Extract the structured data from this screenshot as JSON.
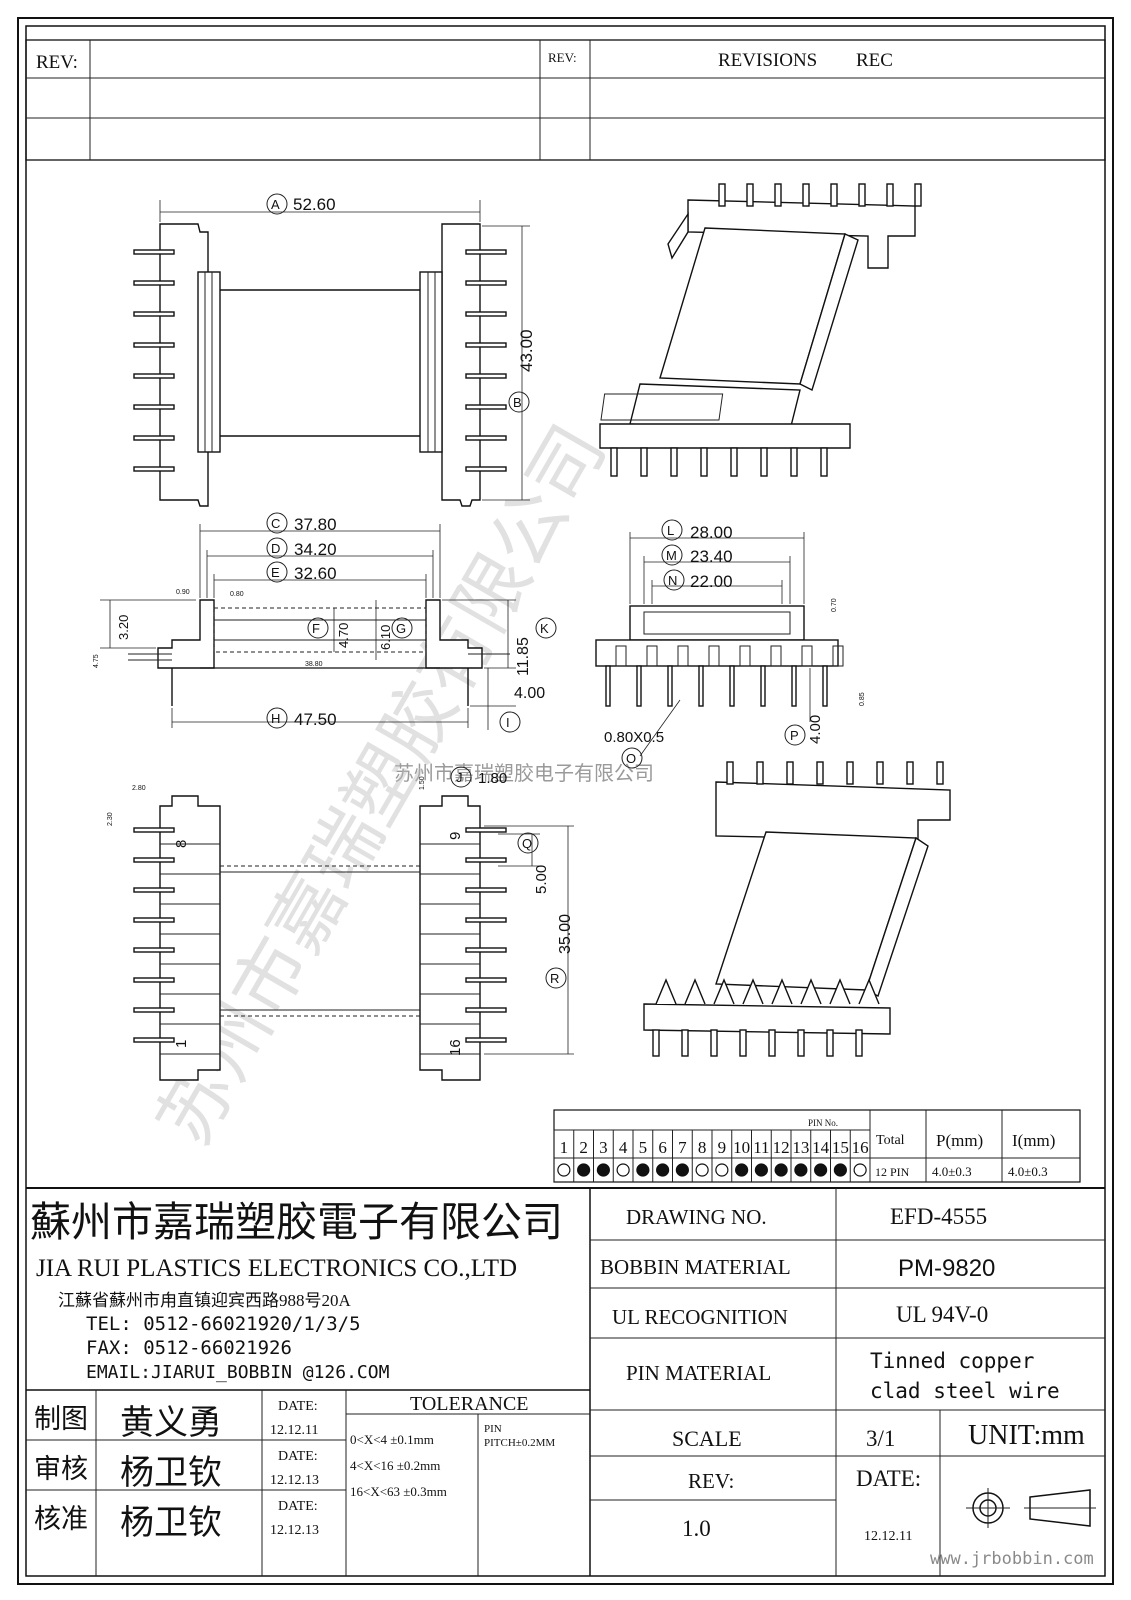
{
  "rev_block": {
    "rev_label_left": "REV:",
    "rev_label_right": "REV:",
    "revisions_title": "REVISIONS",
    "rec_title": "REC"
  },
  "dimensions": {
    "A": "52.60",
    "B": "43.00",
    "C": "37.80",
    "D": "34.20",
    "E": "32.60",
    "F": "4.70",
    "G": "6.10",
    "H": "47.50",
    "I": "4.00",
    "J": "1.80",
    "K": "11.85",
    "L": "28.00",
    "M": "23.40",
    "N": "22.00",
    "O": "0.80X0.5",
    "P": "4.00",
    "Q": "5.00",
    "R": "35.00",
    "small": {
      "d090": "0.90",
      "d080": "0.80",
      "d320": "3.20",
      "d475": "4.75",
      "d3880": "38.80",
      "d070": "0.70",
      "d085": "0.85",
      "d280": "2.80",
      "d230": "2.30",
      "d150": "1.50"
    }
  },
  "pin_labels": {
    "p8": "8",
    "p1": "1",
    "p9": "9",
    "p16": "16"
  },
  "center_watermark": "苏州市嘉瑞塑胶电子有限公司",
  "side_watermark": "苏州市嘉瑞塑胶有限公司",
  "pin_table": {
    "header": "PIN No.",
    "numbers": [
      "1",
      "2",
      "3",
      "4",
      "5",
      "6",
      "7",
      "8",
      "9",
      "10",
      "11",
      "12",
      "13",
      "14",
      "15",
      "16"
    ],
    "states": [
      "open",
      "filled",
      "filled",
      "open",
      "filled",
      "filled",
      "filled",
      "open",
      "open",
      "filled",
      "filled",
      "filled",
      "filled",
      "filled",
      "filled",
      "open"
    ],
    "total_label": "Total",
    "total_value": "12 PIN",
    "p_label": "P(mm)",
    "p_value": "4.0±0.3",
    "i_label": "I(mm)",
    "i_value": "4.0±0.3"
  },
  "company": {
    "name_cn": "蘇州市嘉瑞塑胶電子有限公司",
    "name_en": "JIA RUI PLASTICS ELECTRONICS CO.,LTD",
    "address": "江蘇省蘇州市甪直镇迎宾西路988号20A",
    "tel": "TEL: 0512-66021920/1/3/5",
    "fax": "FAX: 0512-66021926",
    "email": "EMAIL:JIARUI_BOBBIN @126.COM"
  },
  "signoff": [
    {
      "role": "制图",
      "name": "黄义勇",
      "date_label": "DATE:",
      "date": "12.12.11"
    },
    {
      "role": "审核",
      "name": "杨卫钦",
      "date_label": "DATE:",
      "date": "12.12.13"
    },
    {
      "role": "核准",
      "name": "杨卫钦",
      "date_label": "DATE:",
      "date": "12.12.13"
    }
  ],
  "tolerance": {
    "title": "TOLERANCE",
    "rows": [
      "0<X<4  ±0.1mm",
      "4<X<16 ±0.2mm",
      "16<X<63 ±0.3mm"
    ],
    "pin_label": "PIN",
    "pin_pitch": "PITCH±0.2MM"
  },
  "spec": {
    "drawing_no_label": "DRAWING  NO.",
    "drawing_no": "EFD-4555",
    "bobbin_material_label": "BOBBIN  MATERIAL",
    "bobbin_material": "PM-9820",
    "ul_label": "UL RECOGNITION",
    "ul_value": "UL 94V-0",
    "pin_material_label": "PIN MATERIAL",
    "pin_material_1": "Tinned copper",
    "pin_material_2": "clad steel wire",
    "scale_label": "SCALE",
    "scale_value": "3/1",
    "unit": "UNIT:mm",
    "rev_label": "REV:",
    "rev_value": "1.0",
    "date_label": "DATE:",
    "date_value": "12.12.11"
  },
  "website": "www.jrbobbin.com"
}
